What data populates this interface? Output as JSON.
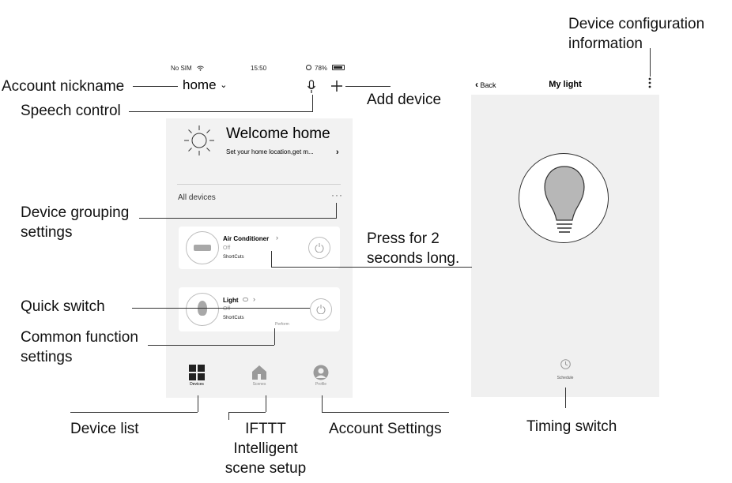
{
  "callouts": {
    "device_config": [
      "Device configuration",
      "information"
    ],
    "account_nickname": "Account nickname",
    "speech_control": "Speech control",
    "add_device": "Add device",
    "device_grouping": [
      "Device grouping",
      "settings"
    ],
    "press_two_seconds": [
      "Press for 2",
      "seconds long."
    ],
    "quick_switch": "Quick switch",
    "common_function": [
      "Common function",
      "settings"
    ],
    "device_list": "Device list",
    "ifttt": [
      "IFTTT",
      "Intelligent",
      "scene setup"
    ],
    "account_settings": "Account Settings",
    "timing_switch": "Timing switch"
  },
  "home_screen": {
    "status": {
      "carrier": "No SIM",
      "time": "15:50",
      "battery": "78%"
    },
    "home_selector": "home",
    "welcome_title": "Welcome home",
    "welcome_subtitle": "Set your home location,get m...",
    "all_devices_label": "All devices",
    "devices": [
      {
        "name": "Air Conditioner",
        "state": "Off",
        "shortcut": "ShortCuts"
      },
      {
        "name": "Light",
        "state": "Off",
        "shortcut": "ShortCuts",
        "perform": "Perform"
      }
    ],
    "tabs": [
      {
        "label": "Devices",
        "icon": "grid-icon"
      },
      {
        "label": "Scenes",
        "icon": "home-icon"
      },
      {
        "label": "Profile",
        "icon": "person-icon"
      }
    ]
  },
  "device_screen": {
    "back_label": "Back",
    "title": "My light",
    "schedule_label": "Schedule"
  },
  "colors": {
    "background": "#ffffff",
    "screen_bg": "#f2f2f2",
    "icon_grey": "#9a9a9a"
  }
}
